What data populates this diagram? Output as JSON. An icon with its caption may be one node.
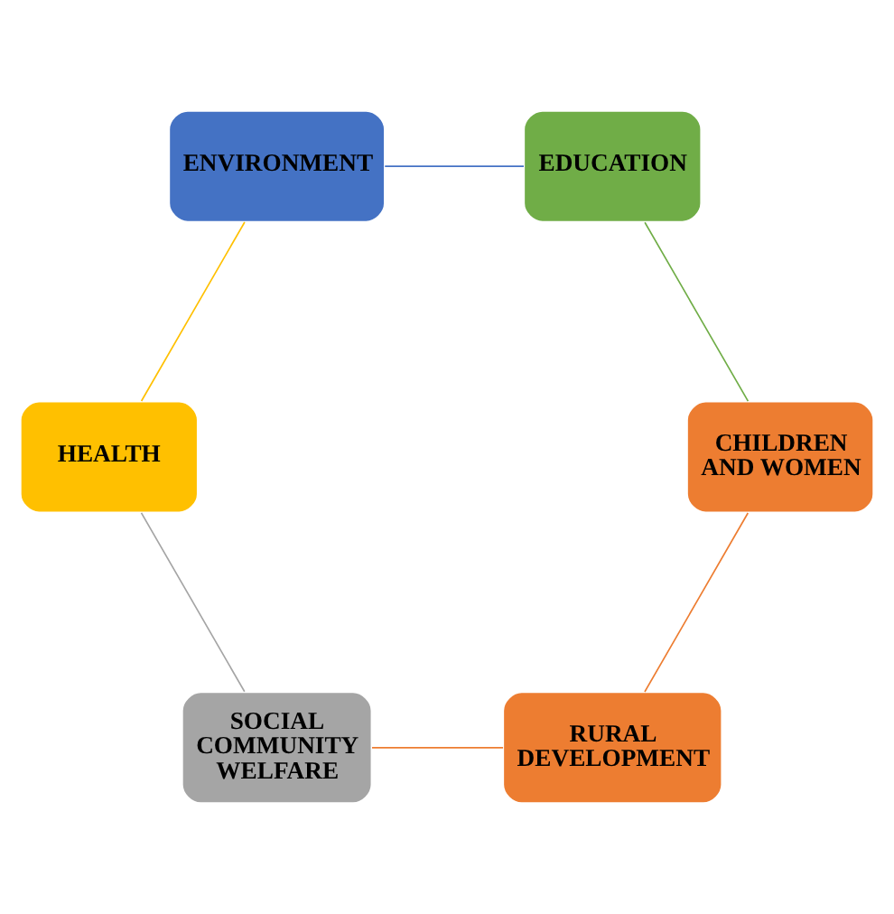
{
  "diagram": {
    "nodes": [
      {
        "text": [
          "RURAL DEVELOPMENT"
        ]
      },
      {
        "text": [
          "SOCIAL COMMUNITY WELFARE"
        ]
      },
      {
        "text": [
          "HEALTH"
        ]
      },
      {
        "text": [
          "ENVIRONMENT"
        ]
      },
      {
        "text": [
          "EDUCATION"
        ]
      },
      {
        "text": [
          "CHILDREN AND WOMEN"
        ]
      }
    ],
    "edges": [
      {
        "from": 0,
        "to": 1,
        "arrow": "none",
        "color": "#ed7d31"
      },
      {
        "from": 1,
        "to": 2,
        "arrow": "none",
        "color": "#a5a5a5"
      },
      {
        "from": 2,
        "to": 3,
        "arrow": "none",
        "color": "#ffc000"
      },
      {
        "from": 3,
        "to": 4,
        "arrow": "none",
        "color": "#4472c4"
      },
      {
        "from": 4,
        "to": 5,
        "arrow": "none",
        "color": "#70ad47"
      },
      {
        "from": 5,
        "to": 0,
        "arrow": "none",
        "color": "#ed7d31"
      }
    ]
  }
}
